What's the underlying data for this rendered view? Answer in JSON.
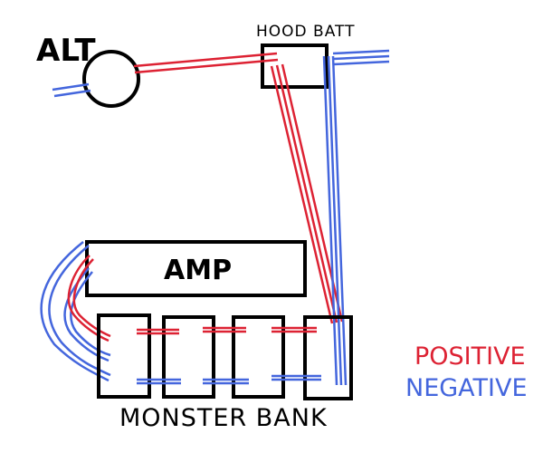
{
  "labels": {
    "alt": "ALT",
    "hood_batt": "HOOD BATT",
    "amp": "AMP",
    "monster_bank": "MONSTER BANK"
  },
  "legend": {
    "positive": "POSITIVE",
    "negative": "NEGATIVE"
  },
  "colors": {
    "positive": "#dd2233",
    "negative": "#4466dd",
    "outline": "#000000",
    "background": "#ffffff"
  }
}
